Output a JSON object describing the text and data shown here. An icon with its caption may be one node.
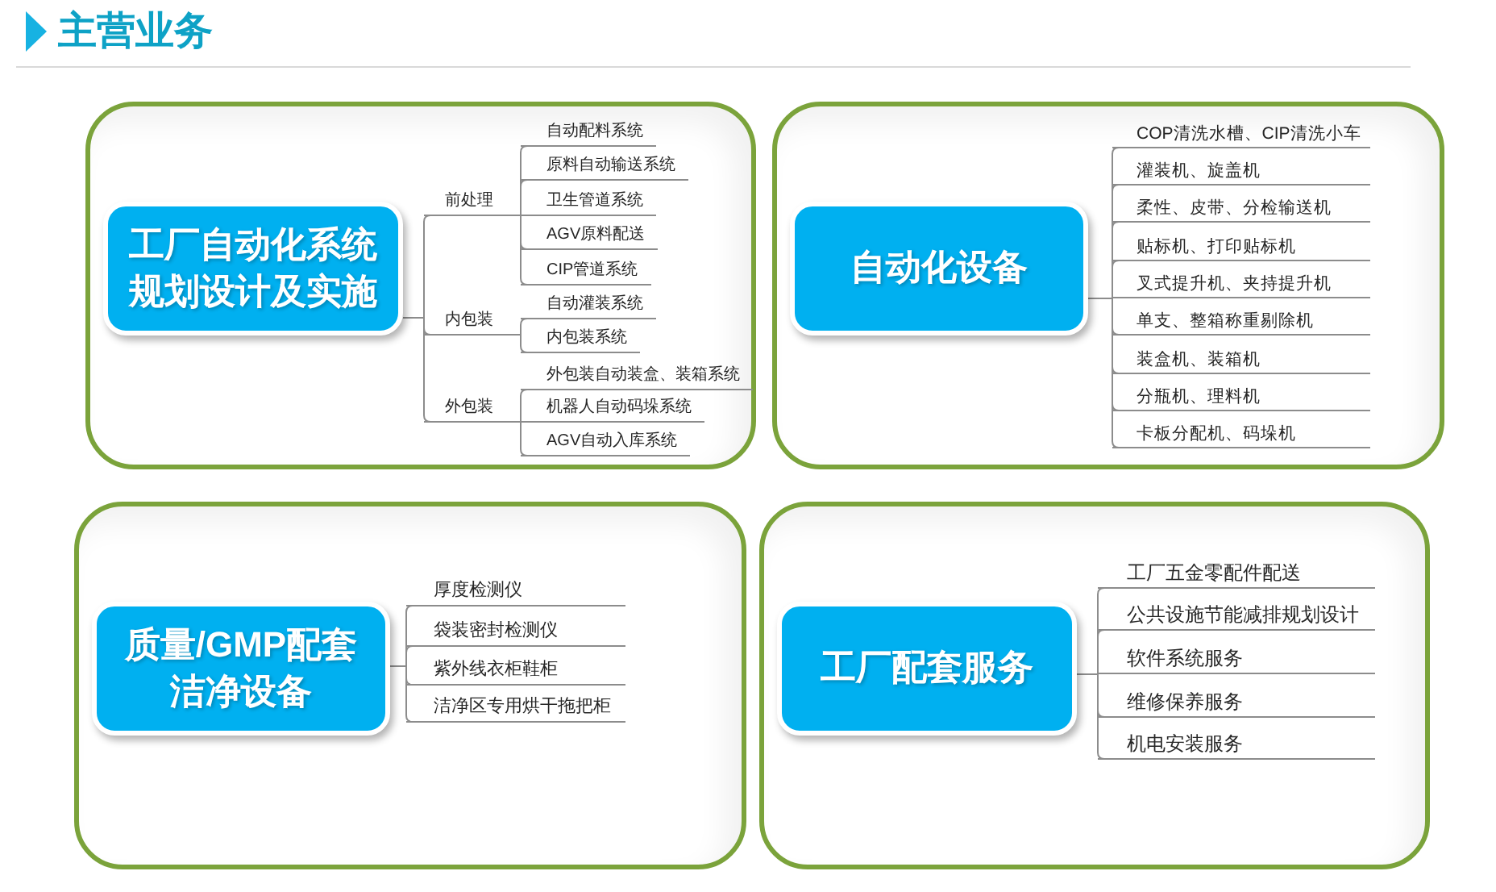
{
  "diagram": {
    "title": "主营业务",
    "nodes": [
      {
        "text": [],
        "shape": "box"
      },
      {
        "text": [
          "工厂自动化系统规划设计及实施"
        ],
        "in": 0
      },
      {
        "text": [
          "前处理"
        ],
        "in": 0
      },
      {
        "text": [
          "自动配料系统"
        ],
        "in": 0
      },
      {
        "text": [
          "原料自动输送系统"
        ],
        "in": 0
      },
      {
        "text": [
          "卫生管道系统"
        ],
        "in": 0
      },
      {
        "text": [
          "AGV原料配送"
        ],
        "in": 0
      },
      {
        "text": [
          "CIP管道系统"
        ],
        "in": 0
      },
      {
        "text": [
          "内包装"
        ],
        "in": 0
      },
      {
        "text": [
          "自动灌装系统"
        ],
        "in": 0
      },
      {
        "text": [
          "内包装系统"
        ],
        "in": 0
      },
      {
        "text": [
          "外包装"
        ],
        "in": 0
      },
      {
        "text": [
          "外包装自动装盒、装箱系统"
        ],
        "in": 0
      },
      {
        "text": [
          "机器人自动码垛系统"
        ],
        "in": 0
      },
      {
        "text": [
          "AGV自动入库系统"
        ],
        "in": 0
      },
      {
        "text": [],
        "shape": "box"
      },
      {
        "text": [
          "自动化设备"
        ],
        "in": 15
      },
      {
        "text": [
          "COP清洗水槽、CIP清洗小车"
        ],
        "in": 15
      },
      {
        "text": [
          "灌装机、旋盖机"
        ],
        "in": 15
      },
      {
        "text": [
          "柔性、皮带、分检输送机"
        ],
        "in": 15
      },
      {
        "text": [
          "贴标机、打印贴标机"
        ],
        "in": 15
      },
      {
        "text": [
          "叉式提升机、夹持提升机"
        ],
        "in": 15
      },
      {
        "text": [
          "单支、整箱称重剔除机"
        ],
        "in": 15
      },
      {
        "text": [
          "装盒机、装箱机"
        ],
        "in": 15
      },
      {
        "text": [
          "分瓶机、理料机"
        ],
        "in": 15
      },
      {
        "text": [
          "卡板分配机、码垛机"
        ],
        "in": 15
      },
      {
        "text": [],
        "shape": "box"
      },
      {
        "text": [
          "质量/GMP配套洁净设备"
        ],
        "in": 26
      },
      {
        "text": [
          "厚度检测仪"
        ],
        "in": 26
      },
      {
        "text": [
          "袋装密封检测仪"
        ],
        "in": 26
      },
      {
        "text": [
          "紫外线衣柜鞋柜"
        ],
        "in": 26
      },
      {
        "text": [
          "洁净区专用烘干拖把柜"
        ],
        "in": 26
      },
      {
        "text": [],
        "shape": "box"
      },
      {
        "text": [
          "工厂配套服务"
        ],
        "in": 32
      },
      {
        "text": [
          "工厂五金零配件配送"
        ],
        "in": 32
      },
      {
        "text": [
          "公共设施节能减排规划设计"
        ],
        "in": 32
      },
      {
        "text": [
          "软件系统服务"
        ],
        "in": 32
      },
      {
        "text": [
          "维修保养服务"
        ],
        "in": 32
      },
      {
        "text": [
          "机电安装服务"
        ],
        "in": 32
      }
    ],
    "edges": [
      {
        "from": 1,
        "to": 2,
        "arrow": "none"
      },
      {
        "from": 2,
        "to": 3,
        "arrow": "none"
      },
      {
        "from": 2,
        "to": 4,
        "arrow": "none"
      },
      {
        "from": 2,
        "to": 5,
        "arrow": "none"
      },
      {
        "from": 2,
        "to": 6,
        "arrow": "none"
      },
      {
        "from": 2,
        "to": 7,
        "arrow": "none"
      },
      {
        "from": 1,
        "to": 8,
        "arrow": "none"
      },
      {
        "from": 8,
        "to": 9,
        "arrow": "none"
      },
      {
        "from": 8,
        "to": 10,
        "arrow": "none"
      },
      {
        "from": 1,
        "to": 11,
        "arrow": "none"
      },
      {
        "from": 11,
        "to": 12,
        "arrow": "none"
      },
      {
        "from": 11,
        "to": 13,
        "arrow": "none"
      },
      {
        "from": 11,
        "to": 14,
        "arrow": "none"
      },
      {
        "from": 16,
        "to": 17,
        "arrow": "none"
      },
      {
        "from": 16,
        "to": 18,
        "arrow": "none"
      },
      {
        "from": 16,
        "to": 19,
        "arrow": "none"
      },
      {
        "from": 16,
        "to": 20,
        "arrow": "none"
      },
      {
        "from": 16,
        "to": 21,
        "arrow": "none"
      },
      {
        "from": 16,
        "to": 22,
        "arrow": "none"
      },
      {
        "from": 16,
        "to": 23,
        "arrow": "none"
      },
      {
        "from": 16,
        "to": 24,
        "arrow": "none"
      },
      {
        "from": 16,
        "to": 25,
        "arrow": "none"
      },
      {
        "from": 27,
        "to": 28,
        "arrow": "none"
      },
      {
        "from": 27,
        "to": 29,
        "arrow": "none"
      },
      {
        "from": 27,
        "to": 30,
        "arrow": "none"
      },
      {
        "from": 27,
        "to": 31,
        "arrow": "none"
      },
      {
        "from": 33,
        "to": 34,
        "arrow": "none"
      },
      {
        "from": 33,
        "to": 35,
        "arrow": "none"
      },
      {
        "from": 33,
        "to": 36,
        "arrow": "none"
      },
      {
        "from": 33,
        "to": 37,
        "arrow": "none"
      },
      {
        "from": 33,
        "to": 38,
        "arrow": "none"
      }
    ]
  }
}
